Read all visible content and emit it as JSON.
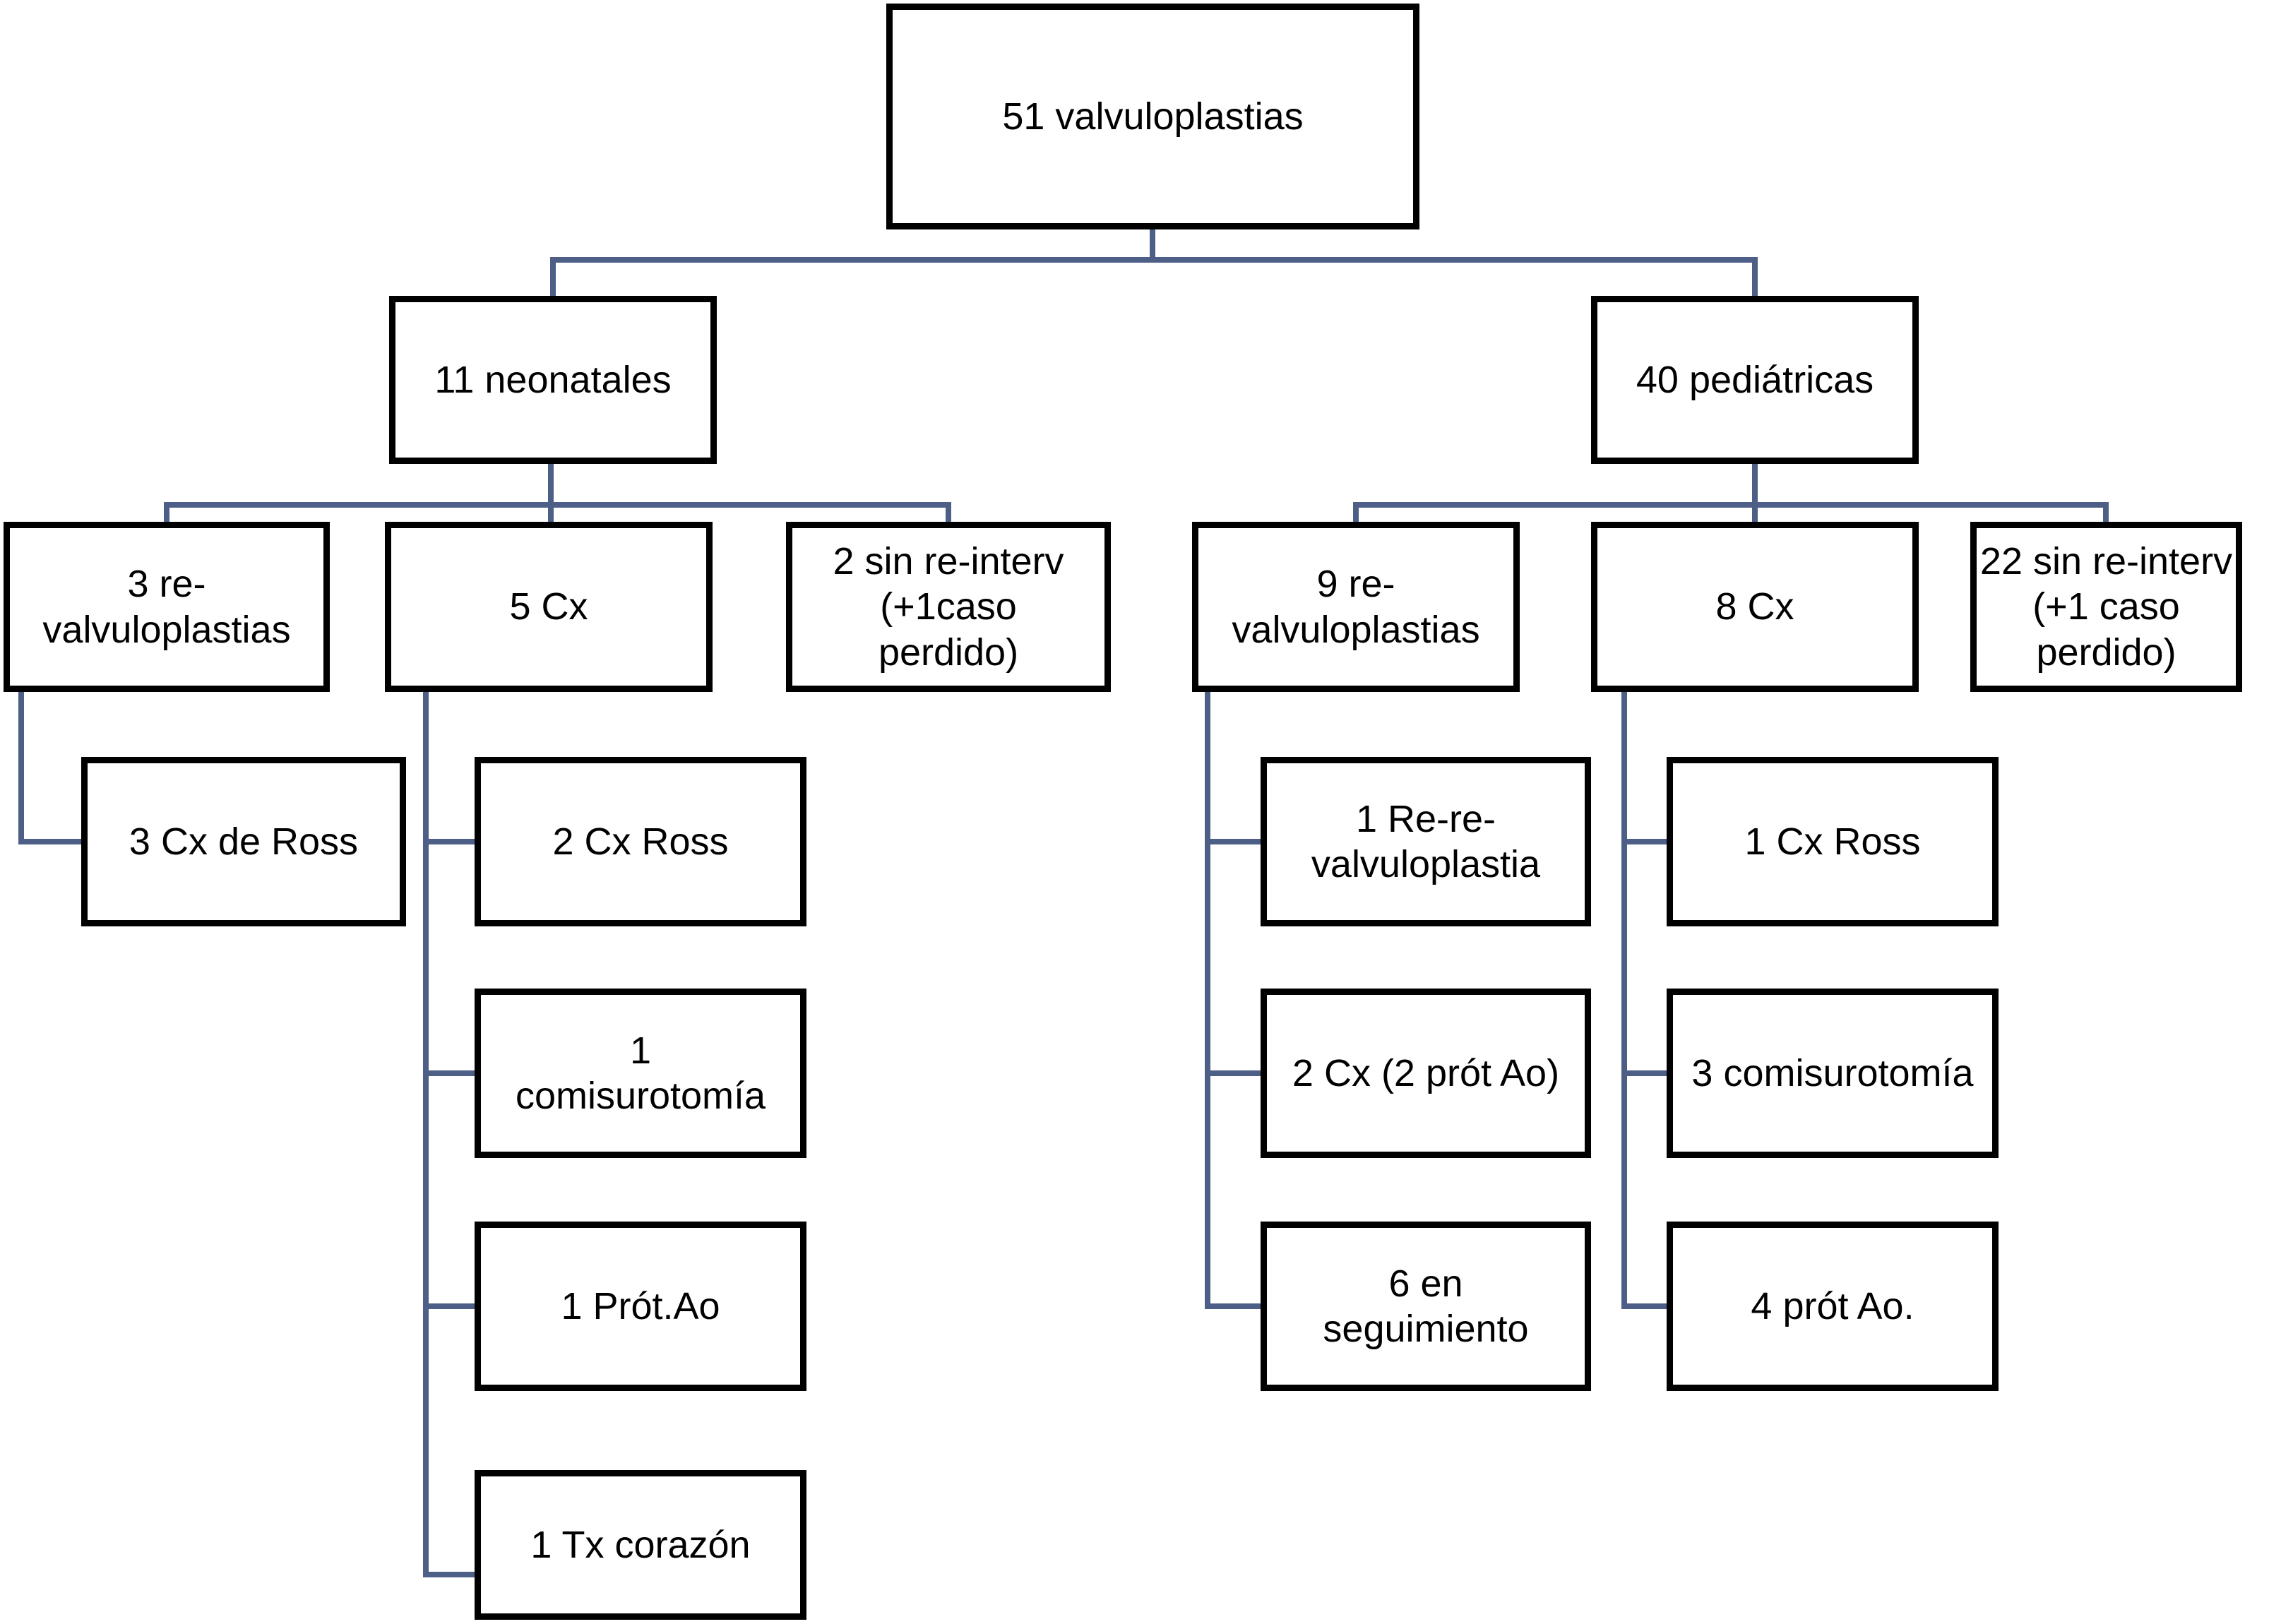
{
  "diagram": {
    "type": "flowchart",
    "description": "Seguimiento de 51 valvuloplastias: ramas neonatales y pediátricas con re-intervenciones"
  },
  "colors": {
    "connector": "#4d5f86",
    "box_border": "#000000",
    "box_background": "#ffffff",
    "text": "#000000"
  },
  "nodes": {
    "total": {
      "label": "51 valvuloplastias"
    },
    "neonatales": {
      "label": "11 neonatales"
    },
    "pediatricas": {
      "label": "40 pediátricas"
    },
    "neo_revalv": {
      "label": "3 re-\nvalvuloplastias"
    },
    "neo_cx": {
      "label": "5 Cx"
    },
    "neo_sin": {
      "label": "2 sin re-interv\n(+1caso\nperdido)"
    },
    "ped_revalv": {
      "label": "9 re-\nvalvuloplastias"
    },
    "ped_cx": {
      "label": "8 Cx"
    },
    "ped_sin": {
      "label": "22 sin re-interv\n(+1 caso\nperdido)"
    },
    "neo_revalv_ross": {
      "label": "3 Cx de Ross"
    },
    "neo_cx_ross": {
      "label": "2 Cx Ross"
    },
    "neo_cx_comis": {
      "label": "1\ncomisurotomía"
    },
    "neo_cx_prot": {
      "label": "1 Prót.Ao"
    },
    "neo_cx_tx": {
      "label": "1 Tx corazón"
    },
    "ped_revalv_rere": {
      "label": "1 Re-re-\nvalvuloplastia"
    },
    "ped_revalv_cx": {
      "label": "2 Cx (2 prót Ao)"
    },
    "ped_revalv_seg": {
      "label": "6 en\nseguimiento"
    },
    "ped_cx_ross": {
      "label": "1 Cx Ross"
    },
    "ped_cx_comis": {
      "label": "3 comisurotomía"
    },
    "ped_cx_prot": {
      "label": "4 prót Ao."
    }
  },
  "edges": [
    [
      "total",
      "neonatales"
    ],
    [
      "total",
      "pediatricas"
    ],
    [
      "neonatales",
      "neo_revalv"
    ],
    [
      "neonatales",
      "neo_cx"
    ],
    [
      "neonatales",
      "neo_sin"
    ],
    [
      "neo_revalv",
      "neo_revalv_ross"
    ],
    [
      "neo_cx",
      "neo_cx_ross"
    ],
    [
      "neo_cx",
      "neo_cx_comis"
    ],
    [
      "neo_cx",
      "neo_cx_prot"
    ],
    [
      "neo_cx",
      "neo_cx_tx"
    ],
    [
      "pediatricas",
      "ped_revalv"
    ],
    [
      "pediatricas",
      "ped_cx"
    ],
    [
      "pediatricas",
      "ped_sin"
    ],
    [
      "ped_revalv",
      "ped_revalv_rere"
    ],
    [
      "ped_revalv",
      "ped_revalv_cx"
    ],
    [
      "ped_revalv",
      "ped_revalv_seg"
    ],
    [
      "ped_cx",
      "ped_cx_ross"
    ],
    [
      "ped_cx",
      "ped_cx_comis"
    ],
    [
      "ped_cx",
      "ped_cx_prot"
    ]
  ]
}
